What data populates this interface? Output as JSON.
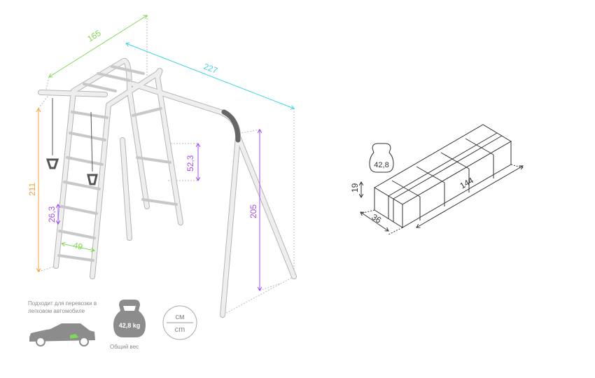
{
  "product_dimensions": {
    "depth": "165",
    "width": "227",
    "height_ladder": "211",
    "back_ladder_step": "52,3",
    "front_ladder_step": "26,3",
    "ladder_width": "49",
    "beam_height": "205"
  },
  "package": {
    "weight": "42,8",
    "height": "19",
    "depth": "36",
    "length": "144"
  },
  "info": {
    "car_note": "Подходит для перевозки в легковом автомобиле",
    "weight_badge": "42,8 kg",
    "weight_label": "Общий вес",
    "unit_top": "см",
    "unit_bottom": "cm"
  },
  "colors": {
    "green": "#7ed957",
    "cyan": "#3fd6e0",
    "orange": "#f5a13a",
    "purple": "#a24bf0",
    "pipe": "#e6e6e6",
    "icon_grey": "#8c8c8c"
  }
}
